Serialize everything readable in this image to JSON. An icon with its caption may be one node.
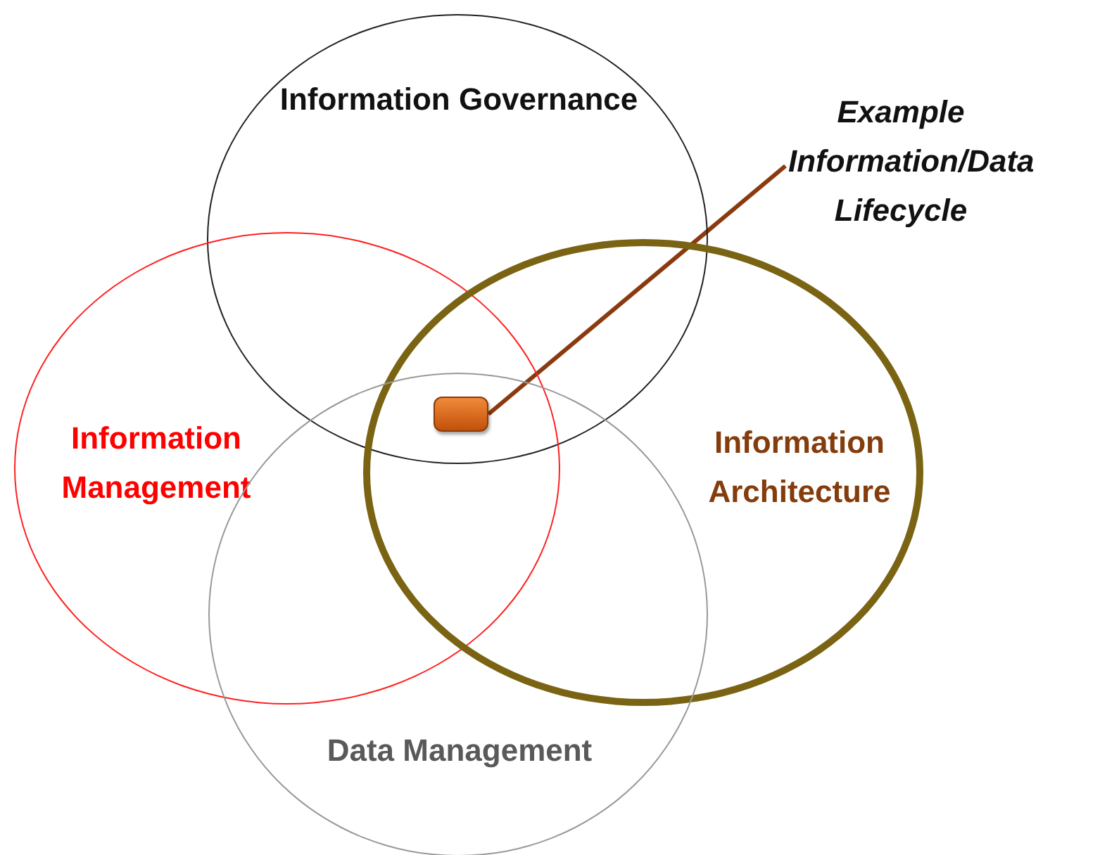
{
  "diagram": {
    "nodes": [
      {
        "text": [
          "Information Governance"
        ]
      },
      {
        "text": [
          "Example Information/Data Lifecycle"
        ]
      },
      {
        "text": [],
        "shape": "box"
      },
      {
        "text": [
          "Information Management"
        ]
      },
      {
        "text": [
          "Information Architecture"
        ]
      },
      {
        "text": [
          "Data Management"
        ]
      }
    ],
    "edges": [
      {
        "from": 1,
        "to": 2,
        "arrow": "none"
      }
    ]
  }
}
